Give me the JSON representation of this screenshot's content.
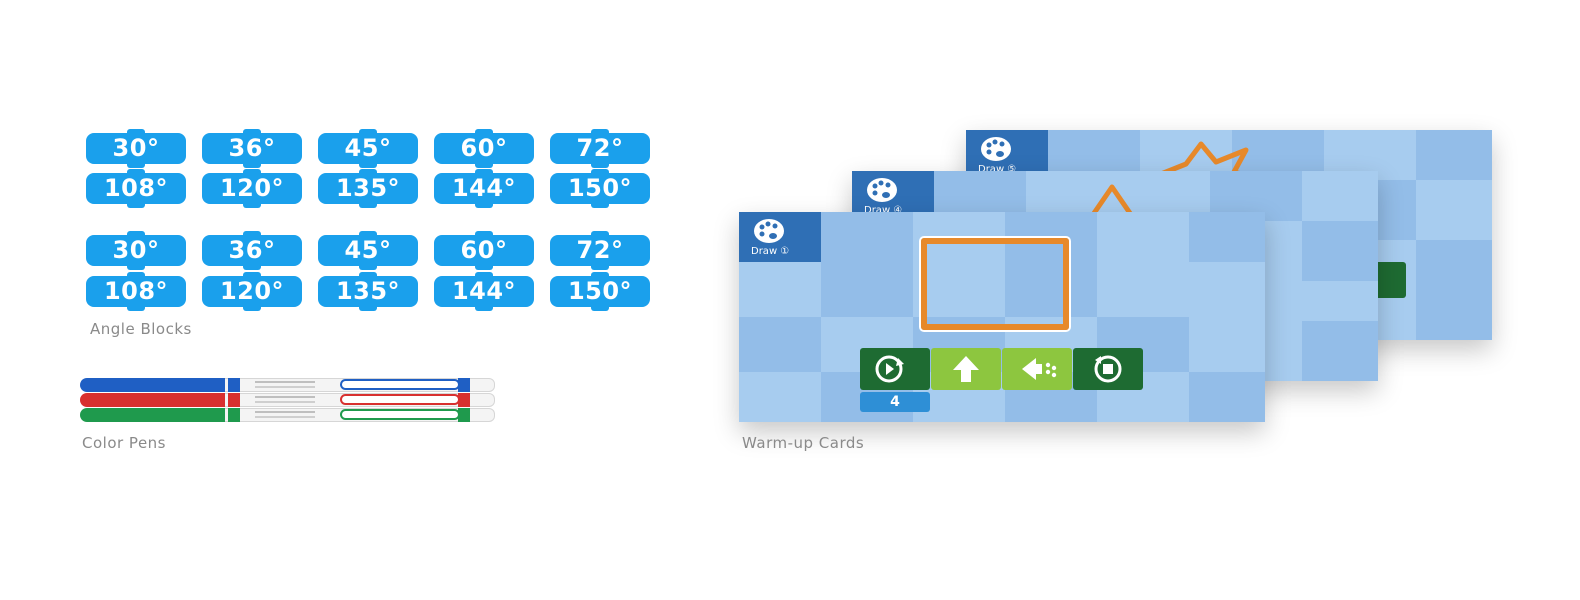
{
  "angle_blocks": {
    "set_one": {
      "row_1": [
        "30°",
        "36°",
        "45°",
        "60°",
        "72°"
      ],
      "row_2": [
        "108°",
        "120°",
        "135°",
        "144°",
        "150°"
      ]
    },
    "set_two": {
      "row_1": [
        "30°",
        "36°",
        "45°",
        "60°",
        "72°"
      ],
      "row_2": [
        "108°",
        "120°",
        "135°",
        "144°",
        "150°"
      ]
    },
    "caption": "Angle Blocks",
    "color": "#1aa0ec"
  },
  "color_pens": {
    "caption": "Color Pens",
    "pens": [
      {
        "color": "#1f5fc4",
        "name": "blue-pen"
      },
      {
        "color": "#d8302f",
        "name": "red-pen"
      },
      {
        "color": "#1f9a4d",
        "name": "green-pen"
      }
    ]
  },
  "warmup_cards": {
    "caption": "Warm-up Cards",
    "cards": [
      {
        "tag": "Draw ⑤",
        "shape": "star"
      },
      {
        "tag": "Draw ④",
        "shape": "triangle"
      },
      {
        "tag": "Draw ①",
        "shape": "square"
      }
    ],
    "front_card_commands": [
      {
        "icon": "repeat-start-icon",
        "style": "dark"
      },
      {
        "icon": "forward-arrow-icon",
        "style": "light"
      },
      {
        "icon": "turn-left-icon",
        "style": "light"
      },
      {
        "icon": "repeat-end-icon",
        "style": "dark"
      }
    ],
    "repeat_count": "4",
    "colors": {
      "card_light": "#a7ccef",
      "card_mid": "#93bde8",
      "tag_blue": "#2f6fb5",
      "shape_orange": "#e7892a",
      "cmd_dark": "#1e6b32",
      "cmd_light": "#8dc63f"
    }
  }
}
